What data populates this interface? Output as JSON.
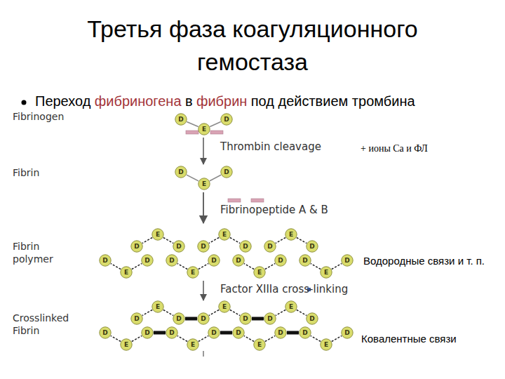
{
  "diagram": {
    "title": "Третья фаза коагуляционного гемостаза",
    "nodes": [
      {
        "text": [
          "D"
        ]
      },
      {
        "text": [
          "E"
        ]
      },
      {
        "text": [
          "D"
        ]
      },
      {
        "text": [
          "D"
        ]
      },
      {
        "text": [
          "E"
        ]
      },
      {
        "text": [
          "D"
        ]
      },
      {
        "text": [
          "E"
        ]
      },
      {
        "text": [
          "E"
        ]
      },
      {
        "text": [
          "E"
        ]
      },
      {
        "text": [
          "D"
        ]
      },
      {
        "text": [
          "D"
        ]
      },
      {
        "text": [
          "D"
        ]
      },
      {
        "text": [
          "D"
        ]
      },
      {
        "text": [
          "D"
        ]
      },
      {
        "text": [
          "D"
        ]
      },
      {
        "text": [
          "D"
        ]
      },
      {
        "text": [
          "D"
        ]
      },
      {
        "text": [
          "D"
        ]
      },
      {
        "text": [
          "D"
        ]
      },
      {
        "text": [
          "D"
        ]
      },
      {
        "text": [
          "D"
        ]
      },
      {
        "text": [
          "D"
        ]
      },
      {
        "text": [
          "D"
        ]
      },
      {
        "text": [
          "E"
        ]
      },
      {
        "text": [
          "E"
        ]
      },
      {
        "text": [
          "E"
        ]
      },
      {
        "text": [
          "E"
        ]
      },
      {
        "text": [
          "E"
        ]
      },
      {
        "text": [
          "E"
        ]
      },
      {
        "text": [
          "E"
        ]
      },
      {
        "text": [
          "D"
        ]
      },
      {
        "text": [
          "D"
        ]
      },
      {
        "text": [
          "D"
        ]
      },
      {
        "text": [
          "D"
        ]
      },
      {
        "text": [
          "D"
        ]
      },
      {
        "text": [
          "D"
        ]
      },
      {
        "text": [
          "D"
        ]
      },
      {
        "text": [
          "D"
        ]
      },
      {
        "text": [
          "D"
        ]
      },
      {
        "text": [
          "D"
        ]
      },
      {
        "text": [
          "D"
        ]
      },
      {
        "text": [
          "D"
        ]
      },
      {
        "text": [
          "D"
        ]
      },
      {
        "text": [
          "D"
        ]
      },
      {
        "text": [
          "E"
        ]
      },
      {
        "text": [
          "E"
        ]
      },
      {
        "text": [
          "E"
        ]
      },
      {
        "text": [
          "E"
        ]
      }
    ],
    "edges": [
      {
        "from": 1,
        "to": 0,
        "arrow": "none"
      },
      {
        "from": 1,
        "to": 2,
        "arrow": "none"
      },
      {
        "from": 4,
        "to": 3,
        "arrow": "none"
      },
      {
        "from": 4,
        "to": 5,
        "arrow": "none"
      },
      {
        "from": 6,
        "to": 9,
        "arrow": "none"
      },
      {
        "from": 6,
        "to": 10,
        "arrow": "none"
      },
      {
        "from": 7,
        "to": 11,
        "arrow": "none"
      },
      {
        "from": 7,
        "to": 12,
        "arrow": "none"
      },
      {
        "from": 8,
        "to": 13,
        "arrow": "none"
      },
      {
        "from": 8,
        "to": 14,
        "arrow": "none"
      },
      {
        "from": 23,
        "to": 15,
        "arrow": "none"
      },
      {
        "from": 23,
        "to": 16,
        "arrow": "none"
      },
      {
        "from": 24,
        "to": 17,
        "arrow": "none"
      },
      {
        "from": 24,
        "to": 18,
        "arrow": "none"
      },
      {
        "from": 25,
        "to": 19,
        "arrow": "none"
      },
      {
        "from": 25,
        "to": 20,
        "arrow": "none"
      },
      {
        "from": 26,
        "to": 21,
        "arrow": "none"
      },
      {
        "from": 26,
        "to": 22,
        "arrow": "none"
      },
      {
        "from": 27,
        "to": 30,
        "arrow": "none"
      },
      {
        "from": 27,
        "to": 31,
        "arrow": "none"
      },
      {
        "from": 28,
        "to": 32,
        "arrow": "none"
      },
      {
        "from": 28,
        "to": 33,
        "arrow": "none"
      },
      {
        "from": 29,
        "to": 34,
        "arrow": "none"
      },
      {
        "from": 29,
        "to": 35,
        "arrow": "none"
      },
      {
        "from": 44,
        "to": 36,
        "arrow": "none"
      },
      {
        "from": 44,
        "to": 37,
        "arrow": "none"
      },
      {
        "from": 45,
        "to": 38,
        "arrow": "none"
      },
      {
        "from": 45,
        "to": 39,
        "arrow": "none"
      },
      {
        "from": 46,
        "to": 40,
        "arrow": "none"
      },
      {
        "from": 46,
        "to": 41,
        "arrow": "none"
      },
      {
        "from": 47,
        "to": 42,
        "arrow": "none"
      },
      {
        "from": 47,
        "to": 43,
        "arrow": "none"
      },
      {
        "from": 37,
        "to": 38,
        "arrow": "none"
      },
      {
        "from": 39,
        "to": 40,
        "arrow": "none"
      },
      {
        "from": 41,
        "to": 42,
        "arrow": "none"
      },
      {
        "from": 31,
        "to": 32,
        "arrow": "none"
      },
      {
        "from": 33,
        "to": 34,
        "arrow": "none"
      }
    ],
    "labels": [
      "Переход",
      "фибриногена",
      "в",
      "фибрин",
      "под действием тромбина",
      "Fibrinogen",
      "Thrombin cleavage",
      "+ ионы Са и ФЛ",
      "Fibrin",
      "Fibrinopeptide A & B",
      "Fibrin polymer",
      "Водородные связи и т. п.",
      "Factor XIIIa cross-linking",
      "Crosslinked Fibrin",
      "Ковалентные связи"
    ]
  }
}
